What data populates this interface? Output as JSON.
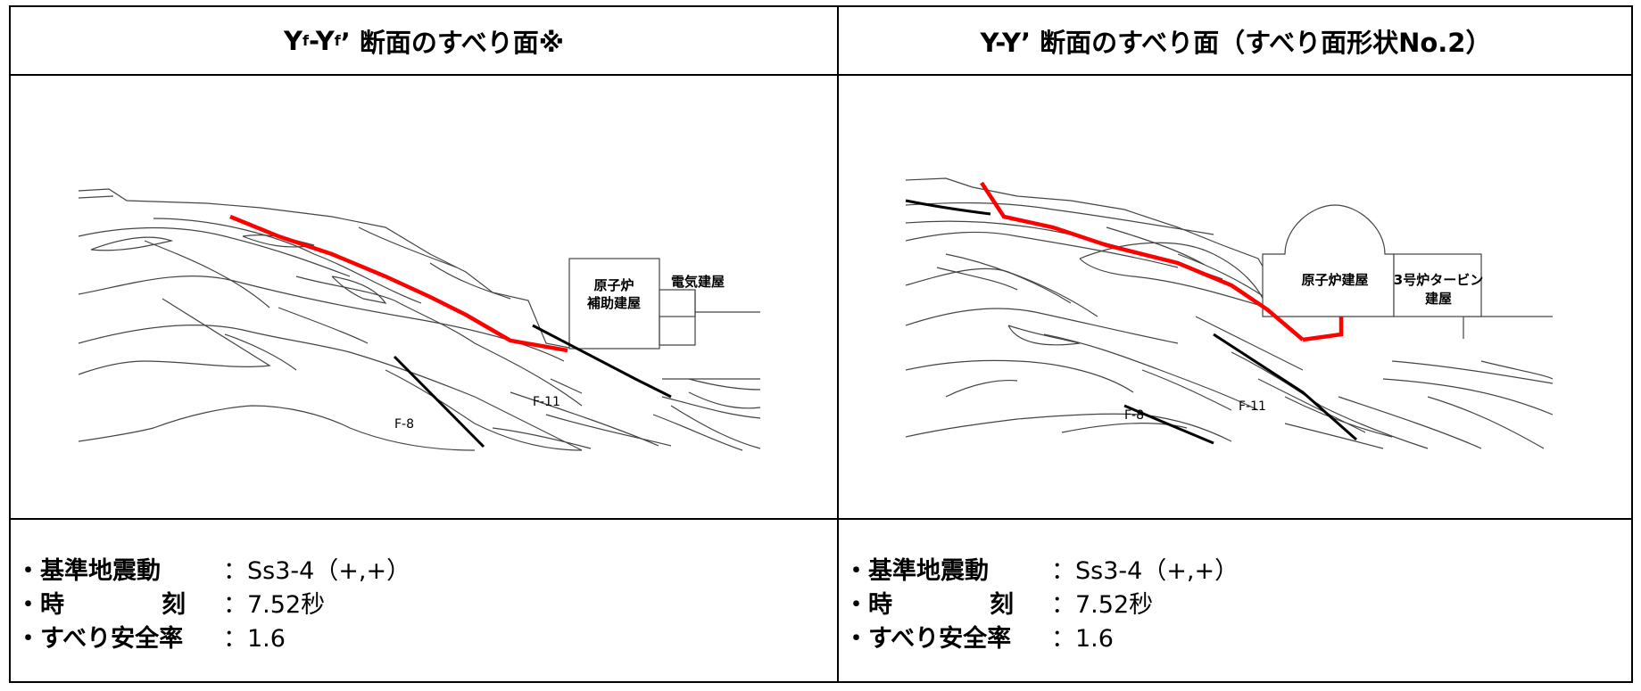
{
  "left": {
    "title_main": "Y",
    "title_sub1": "f",
    "title_mid": "-Y",
    "title_sub2": "f",
    "title_rest": "’ 断面のすべり面※",
    "buildings": [
      "原子炉",
      "補助建屋",
      "電気建屋"
    ],
    "faults": [
      "F-8",
      "F-11"
    ],
    "info": [
      {
        "label": "・基準地震動",
        "value": "：Ss3-4（+,+）"
      },
      {
        "label_a": "・時",
        "label_b": "刻",
        "value": "：7.52秒"
      },
      {
        "label": "・すべり安全率",
        "value": "：1.6"
      }
    ]
  },
  "right": {
    "title": "Y-Y’ 断面のすべり面（すべり面形状No.2）",
    "buildings": [
      "原子炉建屋",
      "3号炉タービン",
      "建屋"
    ],
    "faults": [
      "F-8",
      "F-11"
    ],
    "info": [
      {
        "label": "・基準地震動",
        "value": "：Ss3-4（+,+）"
      },
      {
        "label_a": "・時",
        "label_b": "刻",
        "value": "：7.52秒"
      },
      {
        "label": "・すべり安全率",
        "value": "：1.6"
      }
    ]
  },
  "colors": {
    "slip_surface": "#ff0000",
    "fault": "#000000",
    "strata": "#444444"
  }
}
